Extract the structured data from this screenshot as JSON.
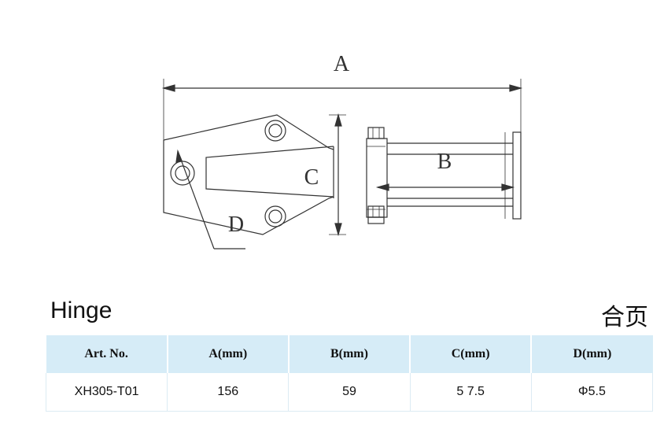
{
  "drawing": {
    "labels": {
      "a": "A",
      "b": "B",
      "c": "C",
      "d": "D"
    }
  },
  "title_en": "Hinge",
  "title_zh": "合页",
  "table": {
    "headers": [
      "Art. No.",
      "A(mm)",
      "B(mm)",
      "C(mm)",
      "D(mm)"
    ],
    "rows": [
      [
        "XH305-T01",
        "156",
        "59",
        "5 7.5",
        "Φ5.5"
      ]
    ]
  }
}
